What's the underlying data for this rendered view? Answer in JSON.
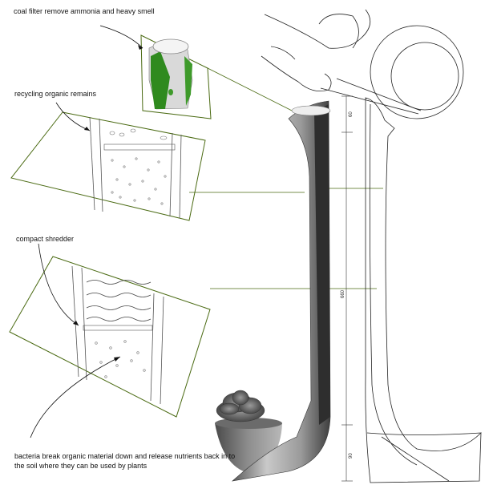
{
  "annotations": {
    "coal_filter": "coal filter remove ammonia and heavy smell",
    "recycling": "recycling organic remains",
    "shredder": "compact shredder",
    "bacteria": "bacteria break organic material down and release nutrients back in to the soil where they can be used by plants"
  },
  "dimensions": {
    "top": "60",
    "middle": "660",
    "bottom": "90"
  },
  "colors": {
    "outline_green": "#4a6a12",
    "filter_green": "#2f8a1e",
    "body_gray": "#8c8c8c"
  }
}
